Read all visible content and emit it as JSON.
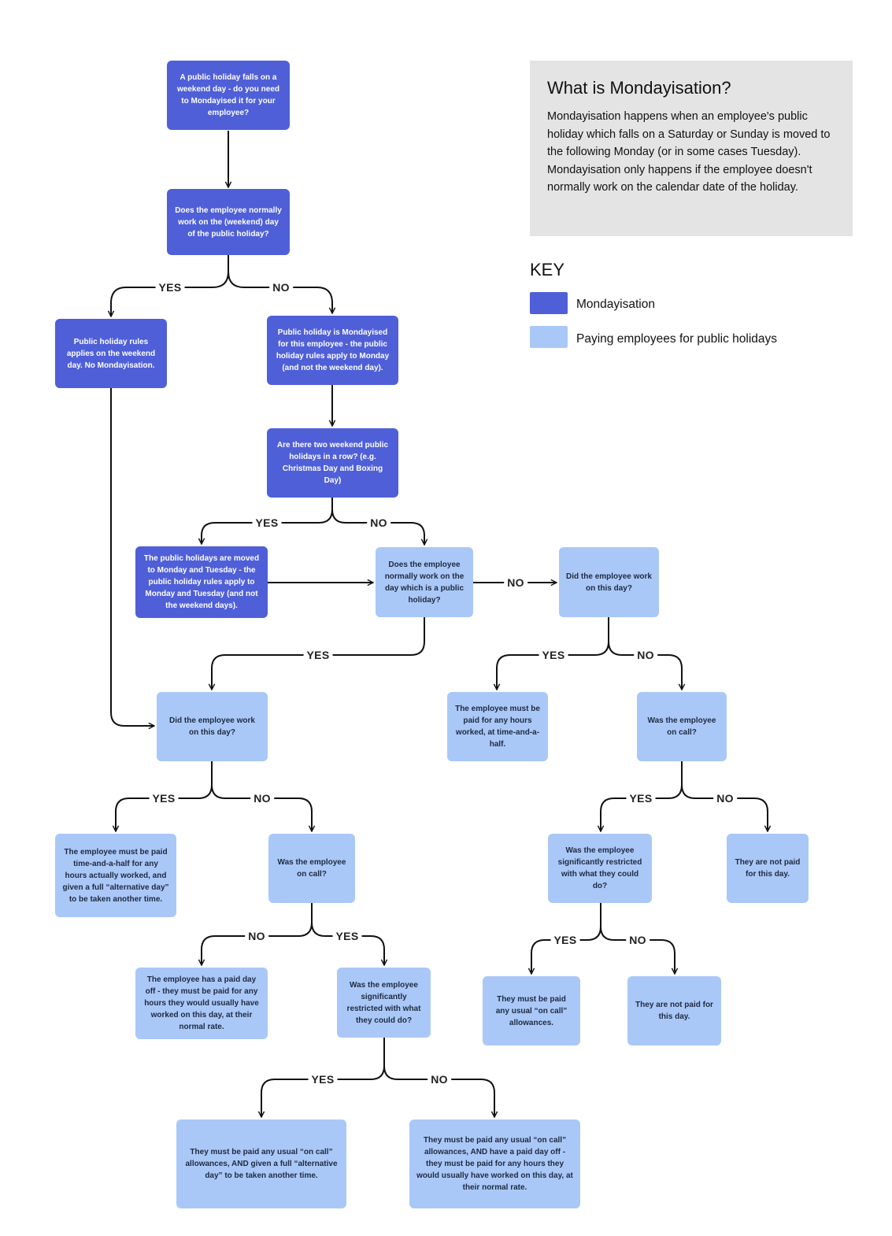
{
  "colors": {
    "mondayisation": "#4f5fd8",
    "paying": "#aac8f7",
    "line": "#111111"
  },
  "info": {
    "title": "What is Mondayisation?",
    "body": "Mondayisation happens when an employee's public holiday which falls on a Saturday or Sunday is moved to the following Monday (or in some cases Tuesday). Mondayisation only happens if the employee doesn't normally work on the calendar date of the holiday."
  },
  "key": {
    "title": "KEY",
    "mondayisation": "Mondayisation",
    "paying": "Paying employees for public holidays"
  },
  "nodes": {
    "start": "A public holiday falls on a weekend day - do you need to Mondayised it for your employee?",
    "normally_work_weekend": "Does the employee normally work on the (weekend) day of the public holiday?",
    "rules_weekend": "Public holiday rules applies on the weekend day. No Mondayisation.",
    "mondayised": "Public holiday is Mondayised for this employee - the public holiday rules apply to Monday (and not the weekend day).",
    "two_weekend": "Are there two weekend public holidays in a row? (e.g. Christmas Day and Boxing Day)",
    "moved_mon_tue": "The public holidays are moved to Monday and Tuesday - the public holiday rules apply to Monday and Tuesday (and not the weekend days).",
    "normally_work_public": "Does the employee normally work on the day which is a public holiday?",
    "did_work_right": "Did the employee work on this day?",
    "did_work_left": "Did the employee work on this day?",
    "time_half_right": "The employee must be paid for any hours worked, at time-and-a-half.",
    "on_call_right": "Was the employee on call?",
    "time_half_left": "The employee must be paid time-and-a-half for any hours actually worked, and given a full “alternative day” to be taken another time.",
    "on_call_left": "Was the employee on call?",
    "restricted_right": "Was the employee significantly restricted with what they could do?",
    "not_paid_a": "They are not paid for this day.",
    "paid_day_off": "The employee has a paid day off - they must be paid for any hours they would usually have worked on this day, at their normal rate.",
    "restricted_left": "Was the employee significantly restricted with what they could do?",
    "on_call_allow": "They must be paid any usual “on call” allowances.",
    "not_paid_b": "They are not paid for this day.",
    "on_call_alt": "They must be paid any usual “on call” allowances, AND given a full “alternative day” to be taken another time.",
    "on_call_day_off": "They must be paid any usual “on call” allowances, AND have a paid day off - they must be paid for any hours they would usually have worked on this day, at their normal rate."
  },
  "labels": {
    "yes": "YES",
    "no": "NO"
  }
}
